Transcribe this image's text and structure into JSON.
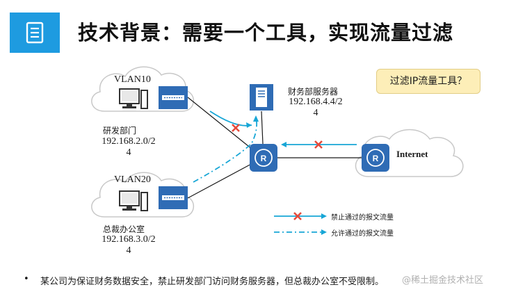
{
  "title": "技术背景：需要一个工具，实现流量过滤",
  "callout": "过滤IP流量工具？",
  "nodes": {
    "vlan10": "VLAN10",
    "vlan20": "VLAN20",
    "rd_name": "研发部门",
    "rd_ip_line1": "192.168.2.0/2",
    "rd_ip_line2": "4",
    "ceo_name": "总裁办公室",
    "ceo_ip_line1": "192.168.3.0/2",
    "ceo_ip_line2": "4",
    "server_name": "财务部服务器",
    "server_ip_line1": "192.168.4.4/2",
    "server_ip_line2": "4",
    "internet": "Internet"
  },
  "legend": {
    "blocked": "禁止通过的报文流量",
    "allowed": "允许通过的报文流量"
  },
  "bullet": "•",
  "note": "某公司为保证财务数据安全，禁止研发部门访问财务服务器，但总裁办公室不受限制。",
  "watermark": "@稀土掘金技术社区",
  "colors": {
    "accent": "#1e9be0",
    "device_blue": "#2f6cb5",
    "flow_cyan": "#17a6d6",
    "block_red": "#e64a3b",
    "callout_bg": "#fdeeb8"
  }
}
